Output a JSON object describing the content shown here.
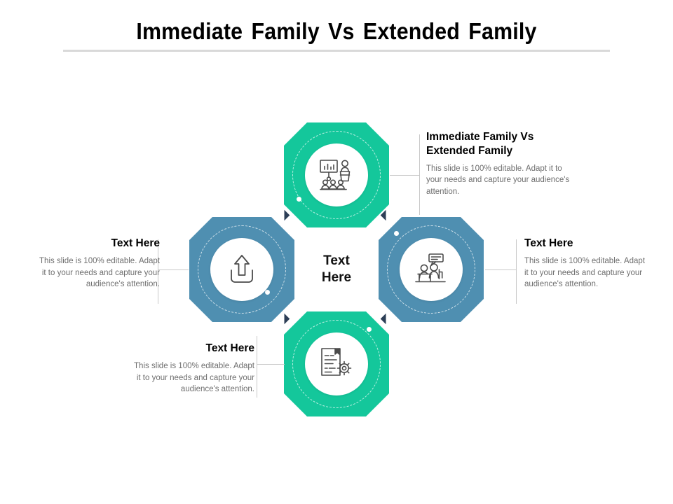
{
  "slide": {
    "title": "Immediate Family Vs Extended Family",
    "background_color": "#ffffff",
    "rule_color": "#d9d9d9"
  },
  "colors": {
    "green": "#14c79b",
    "blue": "#4f8fb1",
    "arrow_navy": "#2c3e56",
    "body_text": "#6e6e6e",
    "heading_text": "#000000"
  },
  "center": {
    "label": "Text\nHere"
  },
  "nodes": [
    {
      "id": "top",
      "shape": "octagon",
      "color": "#14c79b",
      "icon": "presentation-training-icon",
      "position": "top"
    },
    {
      "id": "right",
      "shape": "octagon",
      "color": "#4f8fb1",
      "icon": "meeting-consultation-icon",
      "position": "right"
    },
    {
      "id": "bottom",
      "shape": "octagon",
      "color": "#14c79b",
      "icon": "document-settings-icon",
      "position": "bottom"
    },
    {
      "id": "left",
      "shape": "octagon",
      "color": "#4f8fb1",
      "icon": "upload-icon",
      "position": "left"
    }
  ],
  "callouts": [
    {
      "id": "top-right",
      "heading": "Immediate Family Vs Extended Family",
      "body": "This slide is 100% editable. Adapt it to your needs and capture your audience's attention.",
      "align": "left"
    },
    {
      "id": "right",
      "heading": "Text Here",
      "body": "This slide is 100% editable. Adapt it to your needs and capture your audience's attention.",
      "align": "left"
    },
    {
      "id": "left",
      "heading": "Text Here",
      "body": "This slide is 100% editable. Adapt it to your needs and capture your audience's attention.",
      "align": "right"
    },
    {
      "id": "bottom-left",
      "heading": "Text Here",
      "body": "This slide is 100% editable. Adapt it to your needs and capture your audience's attention.",
      "align": "right"
    }
  ]
}
